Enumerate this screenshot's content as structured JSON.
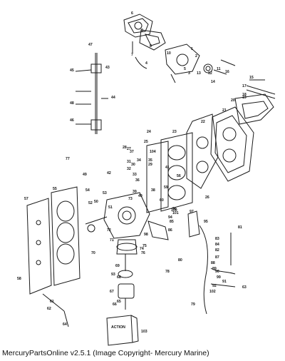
{
  "caption": "MercuryPartsOnline v2.5.1 (Image Copyright- Mercury Marine)",
  "box_label": "ACTION",
  "callouts": [
    "1",
    "2",
    "3",
    "4",
    "5",
    "6",
    "7",
    "8",
    "9",
    "10",
    "11",
    "12",
    "13",
    "14",
    "15",
    "16",
    "17",
    "18",
    "19",
    "20",
    "21",
    "22",
    "23",
    "24",
    "25",
    "26",
    "27",
    "28",
    "29",
    "30",
    "31",
    "32",
    "33",
    "34",
    "35",
    "36",
    "37",
    "38",
    "39",
    "40",
    "41",
    "42",
    "43",
    "44",
    "45",
    "46",
    "47",
    "48",
    "49",
    "50",
    "51",
    "52",
    "53",
    "54",
    "55",
    "56",
    "57",
    "58",
    "59",
    "60",
    "61",
    "62",
    "63",
    "64",
    "65",
    "66",
    "67",
    "68",
    "69",
    "70",
    "71",
    "72",
    "73",
    "74",
    "75",
    "76",
    "77",
    "78",
    "79",
    "80",
    "81",
    "82",
    "83",
    "84",
    "85",
    "86",
    "87",
    "88",
    "89",
    "90",
    "91",
    "92",
    "93",
    "94",
    "95",
    "96",
    "97",
    "98",
    "99",
    "100",
    "101",
    "102",
    "103",
    "104"
  ]
}
